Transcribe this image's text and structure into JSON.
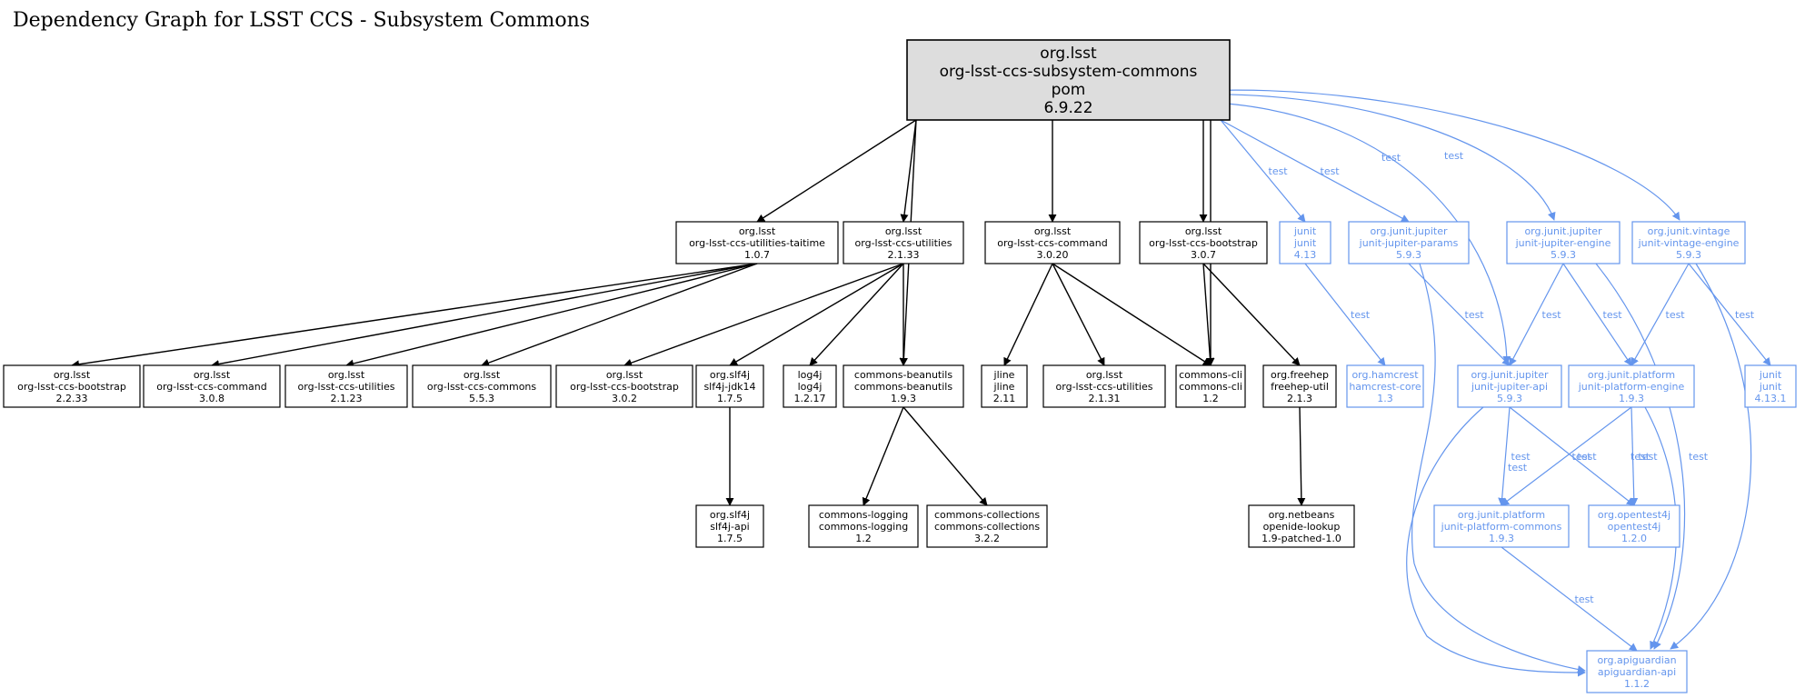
{
  "title": "Dependency Graph for LSST CCS - Subsystem Commons",
  "colors": {
    "compile": "#000000",
    "test": "#6495ed",
    "root_fill": "#dddddd"
  },
  "root": {
    "id": "root",
    "lines": [
      "org.lsst",
      "org-lsst-ccs-subsystem-commons",
      "pom",
      "6.9.22"
    ]
  },
  "nodes": [
    {
      "id": "utaitime",
      "scope": "compile",
      "lines": [
        "org.lsst",
        "org-lsst-ccs-utilities-taitime",
        "1.0.7"
      ]
    },
    {
      "id": "util2133",
      "scope": "compile",
      "lines": [
        "org.lsst",
        "org-lsst-ccs-utilities",
        "2.1.33"
      ]
    },
    {
      "id": "cmd3020",
      "scope": "compile",
      "lines": [
        "org.lsst",
        "org-lsst-ccs-command",
        "3.0.20"
      ]
    },
    {
      "id": "boot307",
      "scope": "compile",
      "lines": [
        "org.lsst",
        "org-lsst-ccs-bootstrap",
        "3.0.7"
      ]
    },
    {
      "id": "junit413",
      "scope": "test",
      "lines": [
        "junit",
        "junit",
        "4.13"
      ]
    },
    {
      "id": "jparams",
      "scope": "test",
      "lines": [
        "org.junit.jupiter",
        "junit-jupiter-params",
        "5.9.3"
      ]
    },
    {
      "id": "jengine",
      "scope": "test",
      "lines": [
        "org.junit.jupiter",
        "junit-jupiter-engine",
        "5.9.3"
      ]
    },
    {
      "id": "vengine",
      "scope": "test",
      "lines": [
        "org.junit.vintage",
        "junit-vintage-engine",
        "5.9.3"
      ]
    },
    {
      "id": "boot2233",
      "scope": "compile",
      "lines": [
        "org.lsst",
        "org-lsst-ccs-bootstrap",
        "2.2.33"
      ]
    },
    {
      "id": "cmd308",
      "scope": "compile",
      "lines": [
        "org.lsst",
        "org-lsst-ccs-command",
        "3.0.8"
      ]
    },
    {
      "id": "util2123",
      "scope": "compile",
      "lines": [
        "org.lsst",
        "org-lsst-ccs-utilities",
        "2.1.23"
      ]
    },
    {
      "id": "commons553",
      "scope": "compile",
      "lines": [
        "org.lsst",
        "org-lsst-ccs-commons",
        "5.5.3"
      ]
    },
    {
      "id": "boot302",
      "scope": "compile",
      "lines": [
        "org.lsst",
        "org-lsst-ccs-bootstrap",
        "3.0.2"
      ]
    },
    {
      "id": "slf4jjdk",
      "scope": "compile",
      "lines": [
        "org.slf4j",
        "slf4j-jdk14",
        "1.7.5"
      ]
    },
    {
      "id": "log4j",
      "scope": "compile",
      "lines": [
        "log4j",
        "log4j",
        "1.2.17"
      ]
    },
    {
      "id": "beanutils",
      "scope": "compile",
      "lines": [
        "commons-beanutils",
        "commons-beanutils",
        "1.9.3"
      ]
    },
    {
      "id": "jline",
      "scope": "compile",
      "lines": [
        "jline",
        "jline",
        "2.11"
      ]
    },
    {
      "id": "util2131",
      "scope": "compile",
      "lines": [
        "org.lsst",
        "org-lsst-ccs-utilities",
        "2.1.31"
      ]
    },
    {
      "id": "cli",
      "scope": "compile",
      "lines": [
        "commons-cli",
        "commons-cli",
        "1.2"
      ]
    },
    {
      "id": "freehep",
      "scope": "compile",
      "lines": [
        "org.freehep",
        "freehep-util",
        "2.1.3"
      ]
    },
    {
      "id": "hamcrest",
      "scope": "test",
      "lines": [
        "org.hamcrest",
        "hamcrest-core",
        "1.3"
      ]
    },
    {
      "id": "japi",
      "scope": "test",
      "lines": [
        "org.junit.jupiter",
        "junit-jupiter-api",
        "5.9.3"
      ]
    },
    {
      "id": "pengine",
      "scope": "test",
      "lines": [
        "org.junit.platform",
        "junit-platform-engine",
        "1.9.3"
      ]
    },
    {
      "id": "junit4131",
      "scope": "test",
      "lines": [
        "junit",
        "junit",
        "4.13.1"
      ]
    },
    {
      "id": "slf4japi",
      "scope": "compile",
      "lines": [
        "org.slf4j",
        "slf4j-api",
        "1.7.5"
      ]
    },
    {
      "id": "logging",
      "scope": "compile",
      "lines": [
        "commons-logging",
        "commons-logging",
        "1.2"
      ]
    },
    {
      "id": "collections",
      "scope": "compile",
      "lines": [
        "commons-collections",
        "commons-collections",
        "3.2.2"
      ]
    },
    {
      "id": "openide",
      "scope": "compile",
      "lines": [
        "org.netbeans",
        "openide-lookup",
        "1.9-patched-1.0"
      ]
    },
    {
      "id": "pcommons",
      "scope": "test",
      "lines": [
        "org.junit.platform",
        "junit-platform-commons",
        "1.9.3"
      ]
    },
    {
      "id": "opentest4j",
      "scope": "test",
      "lines": [
        "org.opentest4j",
        "opentest4j",
        "1.2.0"
      ]
    },
    {
      "id": "apiguardian",
      "scope": "test",
      "lines": [
        "org.apiguardian",
        "apiguardian-api",
        "1.1.2"
      ]
    }
  ],
  "edges": [
    {
      "from": "root",
      "to": "utaitime",
      "scope": "compile"
    },
    {
      "from": "root",
      "to": "util2133",
      "scope": "compile"
    },
    {
      "from": "root",
      "to": "beanutils",
      "scope": "compile"
    },
    {
      "from": "root",
      "to": "cmd3020",
      "scope": "compile"
    },
    {
      "from": "root",
      "to": "cli",
      "scope": "compile"
    },
    {
      "from": "root",
      "to": "boot307",
      "scope": "compile"
    },
    {
      "from": "root",
      "to": "junit413",
      "scope": "test",
      "label": "test"
    },
    {
      "from": "root",
      "to": "jparams",
      "scope": "test",
      "label": "test"
    },
    {
      "from": "root",
      "to": "japi",
      "scope": "test",
      "label": "test"
    },
    {
      "from": "root",
      "to": "jengine",
      "scope": "test",
      "label": "test"
    },
    {
      "from": "root",
      "to": "vengine",
      "scope": "test",
      "label": "test"
    },
    {
      "from": "utaitime",
      "to": "boot2233",
      "scope": "compile"
    },
    {
      "from": "utaitime",
      "to": "cmd308",
      "scope": "compile"
    },
    {
      "from": "utaitime",
      "to": "util2123",
      "scope": "compile"
    },
    {
      "from": "utaitime",
      "to": "commons553",
      "scope": "compile"
    },
    {
      "from": "util2133",
      "to": "boot302",
      "scope": "compile"
    },
    {
      "from": "util2133",
      "to": "slf4jjdk",
      "scope": "compile"
    },
    {
      "from": "util2133",
      "to": "log4j",
      "scope": "compile"
    },
    {
      "from": "util2133",
      "to": "beanutils",
      "scope": "compile"
    },
    {
      "from": "cmd3020",
      "to": "jline",
      "scope": "compile"
    },
    {
      "from": "cmd3020",
      "to": "util2131",
      "scope": "compile"
    },
    {
      "from": "cmd3020",
      "to": "cli",
      "scope": "compile"
    },
    {
      "from": "boot307",
      "to": "cli",
      "scope": "compile"
    },
    {
      "from": "boot307",
      "to": "freehep",
      "scope": "compile"
    },
    {
      "from": "slf4jjdk",
      "to": "slf4japi",
      "scope": "compile"
    },
    {
      "from": "beanutils",
      "to": "logging",
      "scope": "compile"
    },
    {
      "from": "beanutils",
      "to": "collections",
      "scope": "compile"
    },
    {
      "from": "freehep",
      "to": "openide",
      "scope": "compile"
    },
    {
      "from": "junit413",
      "to": "hamcrest",
      "scope": "test",
      "label": "test"
    },
    {
      "from": "jparams",
      "to": "japi",
      "scope": "test",
      "label": "test"
    },
    {
      "from": "jparams",
      "to": "apiguardian",
      "scope": "test",
      "label": "test"
    },
    {
      "from": "jengine",
      "to": "japi",
      "scope": "test",
      "label": "test"
    },
    {
      "from": "jengine",
      "to": "pengine",
      "scope": "test",
      "label": "test"
    },
    {
      "from": "jengine",
      "to": "apiguardian",
      "scope": "test",
      "label": "test"
    },
    {
      "from": "vengine",
      "to": "pengine",
      "scope": "test",
      "label": "test"
    },
    {
      "from": "vengine",
      "to": "junit4131",
      "scope": "test",
      "label": "test"
    },
    {
      "from": "vengine",
      "to": "apiguardian",
      "scope": "test",
      "label": "test"
    },
    {
      "from": "japi",
      "to": "pcommons",
      "scope": "test",
      "label": "test"
    },
    {
      "from": "japi",
      "to": "opentest4j",
      "scope": "test",
      "label": "test"
    },
    {
      "from": "japi",
      "to": "apiguardian",
      "scope": "test",
      "label": "test"
    },
    {
      "from": "pengine",
      "to": "pcommons",
      "scope": "test",
      "label": "test"
    },
    {
      "from": "pengine",
      "to": "opentest4j",
      "scope": "test",
      "label": "test"
    },
    {
      "from": "pengine",
      "to": "apiguardian",
      "scope": "test",
      "label": "test"
    },
    {
      "from": "pcommons",
      "to": "apiguardian",
      "scope": "test",
      "label": "test"
    }
  ]
}
